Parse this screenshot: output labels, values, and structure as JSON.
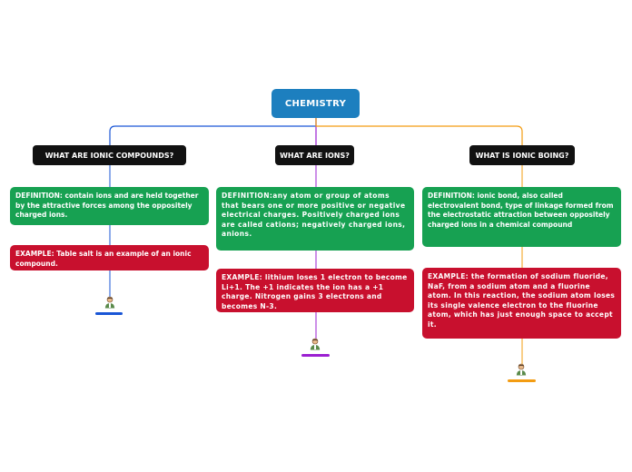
{
  "root": {
    "title": "CHEMISTRY"
  },
  "branches": [
    {
      "title": "WHAT ARE IONIC COMPOUNDS?",
      "definition": {
        "lead": "DEFINITION:",
        "text": " contain ions and are held together by the attractive forces among the oppositely charged ions."
      },
      "example": {
        "lead": "EXAMPLE:",
        "text": " Table salt is an example of an ionic compound."
      },
      "accent": "#1a56d6"
    },
    {
      "title": "WHAT ARE IONS?",
      "definition": {
        "lead": "DEFINITION:",
        "text": "any atom or group of atoms that bears one or more positive or negative electrical charges. Positively charged ions are called cations; negatively charged ions, anions."
      },
      "example": {
        "lead": "EXAMPLE:",
        "text": " lithium loses 1 electron to become Li+1. The +1 indicates the ion has a +1 charge. Nitrogen gains 3 electrons and becomes N-3."
      },
      "accent": "#9b1fd1"
    },
    {
      "title": "WHAT IS IONIC BOING?",
      "definition": {
        "lead": "DEFINITION:",
        "text": " ionic bond, also called electrovalent bond, type of linkage formed from the electrostatic attraction between oppositely charged ions in a chemical compound"
      },
      "example": {
        "lead": "EXAMPLE:",
        "text": " the formation of sodium fluoride, NaF, from a sodium atom and a fluorine atom. In this reaction, the sodium atom loses its single valence electron to the fluorine atom, which has just enough space to accept it."
      },
      "accent": "#f39c12"
    }
  ],
  "colors": {
    "root": "#1d7fbf",
    "branch_label": "#111111",
    "definition": "#17a152",
    "example": "#c8102e"
  },
  "icons": [
    "person-icon"
  ]
}
